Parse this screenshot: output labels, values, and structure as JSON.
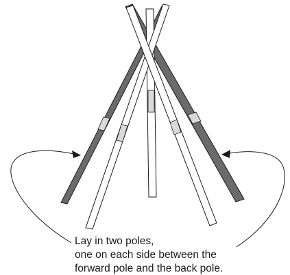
{
  "caption": {
    "lines": [
      "Lay in two poles,",
      "one on each side between the",
      "forward pole and the back pole."
    ]
  },
  "colors": {
    "gray_pole": "#6b6b6b",
    "light_mark": "#d9d9d9",
    "outline": "#1a1a1a",
    "background": "#ffffff"
  }
}
